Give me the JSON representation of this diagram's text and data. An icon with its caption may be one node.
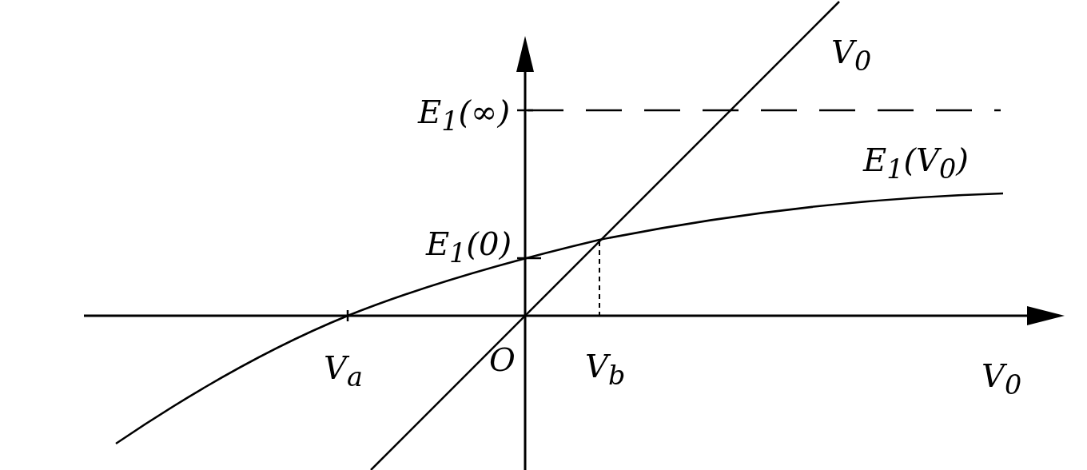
{
  "diagram": {
    "labels": [
      "V$_{0}$",
      "E$_{1}$(∞)",
      "E$_{1}$(V$_{0}$)",
      "E$_{1}$(0)",
      "V$_{a}$",
      "O",
      "V$_{b}$",
      "V$_{0}$"
    ]
  }
}
